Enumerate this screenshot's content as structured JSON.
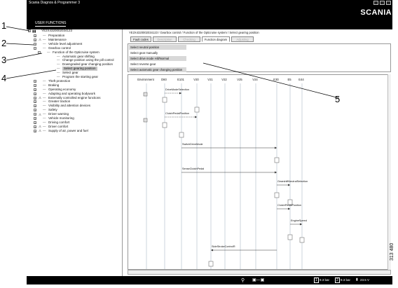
{
  "window": {
    "title": "Scania Diagnos & Programmer 3"
  },
  "header": {
    "logo": "SCANIA",
    "user_functions_tab": "USER FUNCTIONS"
  },
  "tree": {
    "root": "YE2X4320002034123",
    "items": [
      {
        "label": "Preparation",
        "icon": "none"
      },
      {
        "label": "Maintenance",
        "icon": "warning-icon"
      },
      {
        "label": "Vehicle level adjustment",
        "icon": "none"
      },
      {
        "label": "Gearbox control",
        "icon": "none"
      },
      {
        "label": "Function of the Opticruise system",
        "icon": "none"
      },
      {
        "label": "Automatic gear shifting",
        "icon": "none"
      },
      {
        "label": "Change position using the pill control",
        "icon": "none"
      },
      {
        "label": "Downgraded gear changing position",
        "icon": "none"
      },
      {
        "label": "Select gearing position",
        "icon": "none",
        "selected": true
      },
      {
        "label": "Select gear",
        "icon": "none"
      },
      {
        "label": "Program the starting gear",
        "icon": "none"
      },
      {
        "label": "Theft protection",
        "icon": "none"
      },
      {
        "label": "Braking",
        "icon": "none"
      },
      {
        "label": "Operating economy",
        "icon": "none"
      },
      {
        "label": "Adapting and operating bodywork",
        "icon": "none"
      },
      {
        "label": "Externally controlled engine functions",
        "icon": "warning-icon"
      },
      {
        "label": "Greater traction",
        "icon": "none"
      },
      {
        "label": "Visibility and attention devices",
        "icon": "none"
      },
      {
        "label": "Safety",
        "icon": "none"
      },
      {
        "label": "Driver warning",
        "icon": "warning-icon"
      },
      {
        "label": "Vehicle monitoring",
        "icon": "none"
      },
      {
        "label": "Driving comfort",
        "icon": "none"
      },
      {
        "label": "Driver comfort",
        "icon": "warning-icon"
      },
      {
        "label": "Supply of air, power and fuel",
        "icon": "warning-icon"
      }
    ]
  },
  "main": {
    "breadcrumb": "YE2X4320002034123 / Gearbox control / Function of the Opticruise system / Select gearing position",
    "tabs": [
      {
        "label": "Fault codes",
        "state": "normal"
      },
      {
        "label": "Description",
        "state": "dim"
      },
      {
        "label": "Checking",
        "state": "dim"
      },
      {
        "label": "Function diagram",
        "state": "active"
      },
      {
        "label": "Adjusting",
        "state": "dim"
      }
    ],
    "steps": [
      "Select neutral position",
      "Select gear manually",
      "Select drive mode Hill/Normal",
      "Select reverse gear",
      "Select automatic gear changing position"
    ],
    "lanes": [
      "Environment",
      "D60",
      "E101",
      "V20",
      "V21",
      "V22",
      "V25",
      "V24",
      "E30",
      "E5",
      "E44"
    ],
    "messages": [
      "DriveModeSelection",
      "ClutchPedalPosition",
      "SwitchDriveMode",
      "SenseClutchPedal",
      "GearshiftNeutralSelection",
      "ClutchPedalPosition",
      "EngineSpeed",
      "SideStrokeControlR"
    ]
  },
  "footer": {
    "pressure1": "9.3 bar",
    "pressure2": "9.3 bar",
    "voltage": "23.5 V"
  },
  "callouts": [
    "1",
    "2",
    "3",
    "4",
    "5"
  ],
  "figure_id": "313 480"
}
